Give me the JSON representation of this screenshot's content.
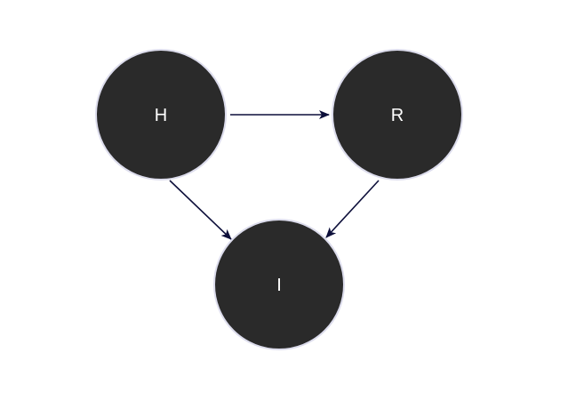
{
  "diagram": {
    "colors": {
      "node_fill": "#2a2a2a",
      "node_stroke": "#dcdcec",
      "edge": "#0d0f3a",
      "label": "#ffffff"
    },
    "nodes": [
      {
        "id": "H",
        "label": "H"
      },
      {
        "id": "R",
        "label": "R"
      },
      {
        "id": "I",
        "label": "I"
      }
    ],
    "edges": [
      {
        "from": "H",
        "to": "R"
      },
      {
        "from": "H",
        "to": "I"
      },
      {
        "from": "R",
        "to": "I"
      }
    ]
  }
}
